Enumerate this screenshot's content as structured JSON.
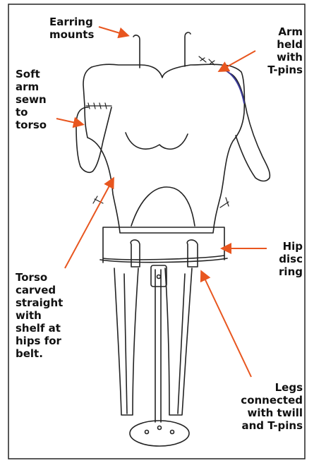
{
  "colors": {
    "arrow": "#e8561f",
    "ink": "#222222",
    "text": "#111111",
    "blue_accent": "#3a3a9a"
  },
  "labels": {
    "earring_mounts": "Earring\nmounts",
    "arm_tpins": "Arm\nheld\nwith\nT-pins",
    "soft_arm": "Soft\narm\nsewn\nto\ntorso",
    "hip_disc": "Hip\ndisc\nring",
    "torso_carved": "Torso\ncarved\nstraight\nwith\nshelf at\nhips for\nbelt.",
    "legs_connected": "Legs\nconnected\nwith twill\nand T-pins"
  }
}
